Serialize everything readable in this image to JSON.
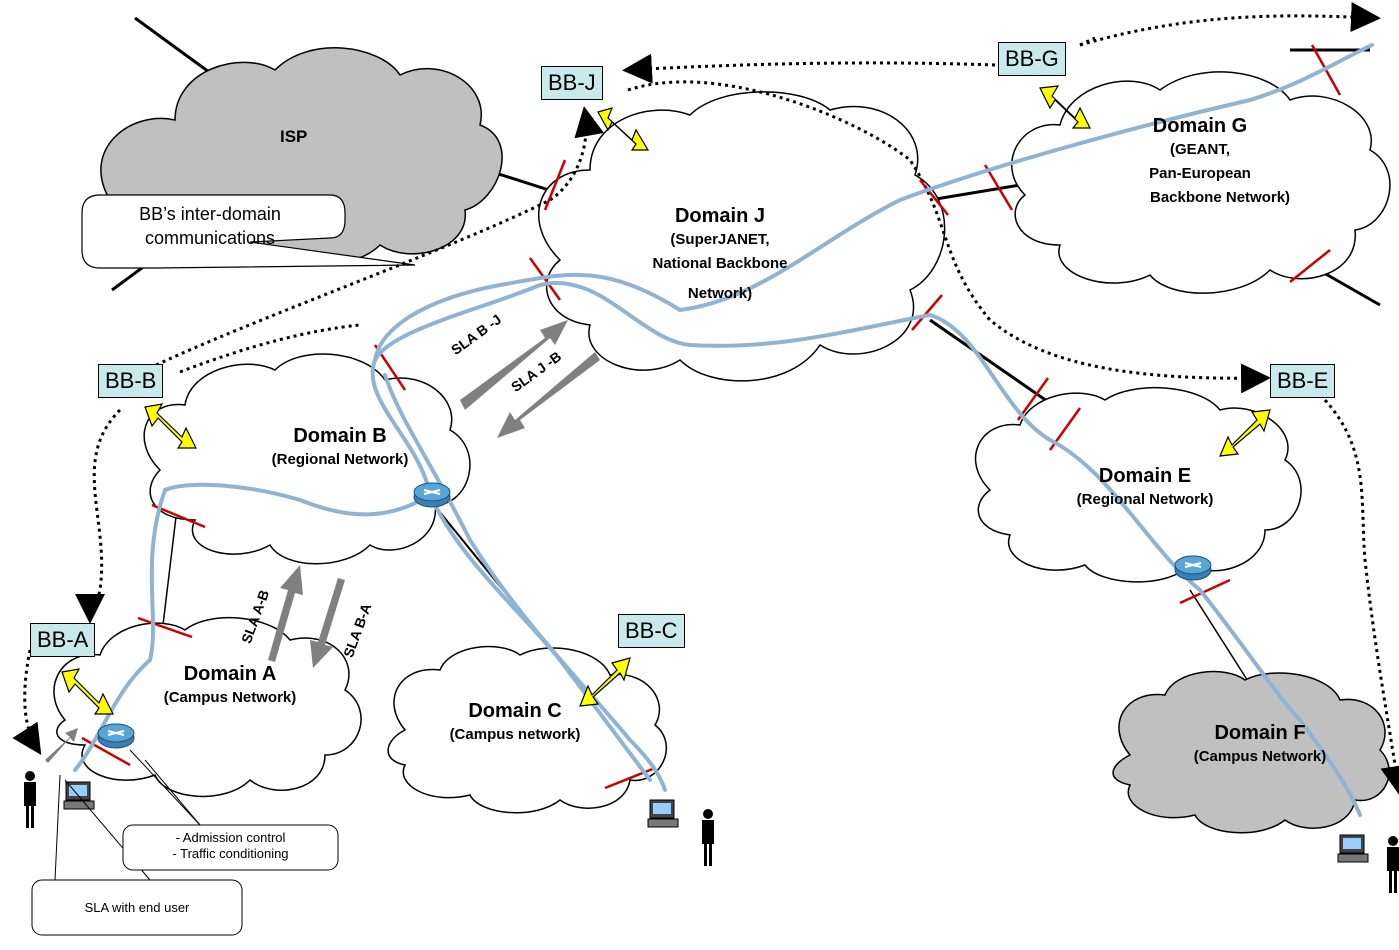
{
  "brokers": {
    "bb_a": "BB-A",
    "bb_b": "BB-B",
    "bb_c": "BB-C",
    "bb_e": "BB-E",
    "bb_g": "BB-G",
    "bb_j": "BB-J"
  },
  "domains": {
    "isp": "ISP",
    "a": {
      "title": "Domain A",
      "sub": "(Campus Network)"
    },
    "b": {
      "title": "Domain B",
      "sub": "(Regional Network)"
    },
    "c": {
      "title": "Domain C",
      "sub": "(Campus network)"
    },
    "e": {
      "title": "Domain E",
      "sub": "(Regional Network)"
    },
    "f": {
      "title": "Domain F",
      "sub": "(Campus Network)"
    },
    "g": {
      "title": "Domain G",
      "sub1": "(GEANT,",
      "sub2": "Pan-European",
      "sub3": "Backbone Network)"
    },
    "j": {
      "title": "Domain J",
      "sub1": "(SuperJANET,",
      "sub2": "National Backbone",
      "sub3": "Network)"
    }
  },
  "sla": {
    "b_j": "SLA B -J",
    "j_b": "SLA J -B",
    "a_b": "SLA A-B",
    "b_a": "SLA B-A"
  },
  "callouts": {
    "inter_domain_1": "BB’s inter-domain",
    "inter_domain_2": "communications",
    "admission": "- Admission control",
    "traffic": "- Traffic conditioning",
    "end_user": "SLA with end user"
  },
  "colors": {
    "broker_fill": "#c9eaec",
    "path_blue": "#8fb4d3",
    "arrow_yellow": "#ffff00",
    "sla_gray": "#808080",
    "cloud_gray": "#c0c0c0",
    "boundary_red": "#cc0000"
  }
}
